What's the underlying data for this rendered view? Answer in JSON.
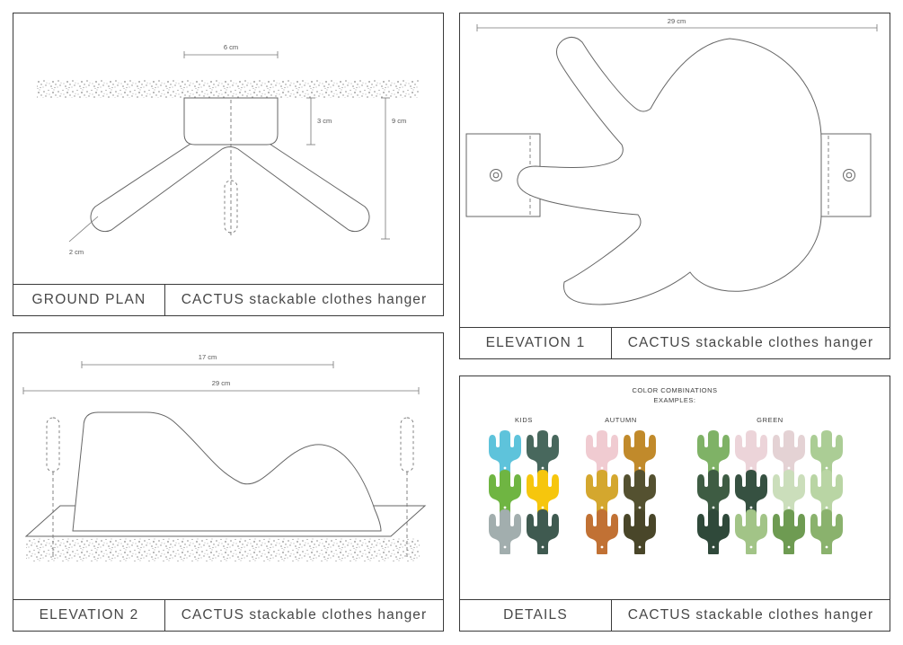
{
  "panels": {
    "ground_plan": {
      "title": "GROUND PLAN",
      "subtitle": "CACTUS stackable clothes hanger",
      "dims": {
        "top_width": "6 cm",
        "block_depth": "3 cm",
        "total_depth": "9 cm",
        "arm_thickness": "2 cm"
      }
    },
    "elevation_1": {
      "title": "ELEVATION 1",
      "subtitle": "CACTUS stackable clothes hanger",
      "dims": {
        "total_width": "29 cm"
      }
    },
    "elevation_2": {
      "title": "ELEVATION 2",
      "subtitle": "CACTUS stackable clothes hanger",
      "dims": {
        "body_width": "17 cm",
        "total_width": "29 cm"
      }
    },
    "details": {
      "title": "DETAILS",
      "subtitle": "CACTUS stackable clothes hanger",
      "header_line1": "COLOR COMBINATIONS",
      "header_line2": "EXAMPLES:",
      "groups": [
        {
          "label": "KIDS",
          "cols": 2,
          "colors": [
            "#5EC3DB",
            "#48685D",
            "#6FB542",
            "#F6C60D",
            "#A2AEAE",
            "#3F5A50"
          ]
        },
        {
          "label": "AUTUMN",
          "cols": 2,
          "colors": [
            "#F0CBD1",
            "#C18A2B",
            "#D4A72E",
            "#545130",
            "#C17134",
            "#494629"
          ]
        },
        {
          "label": "GREEN",
          "cols": 4,
          "colors": [
            "#7FB266",
            "#ECD4D9",
            "#E4D2D4",
            "#ABCD95",
            "#3E5C43",
            "#365141",
            "#CBDEBB",
            "#B9D5A4",
            "#2F493A",
            "#A2C487",
            "#6E9B52",
            "#8AB26D"
          ]
        }
      ]
    }
  },
  "style": {
    "line_color": "#666666",
    "text_color": "#474747",
    "stipple_color": "#8a8a8a"
  }
}
